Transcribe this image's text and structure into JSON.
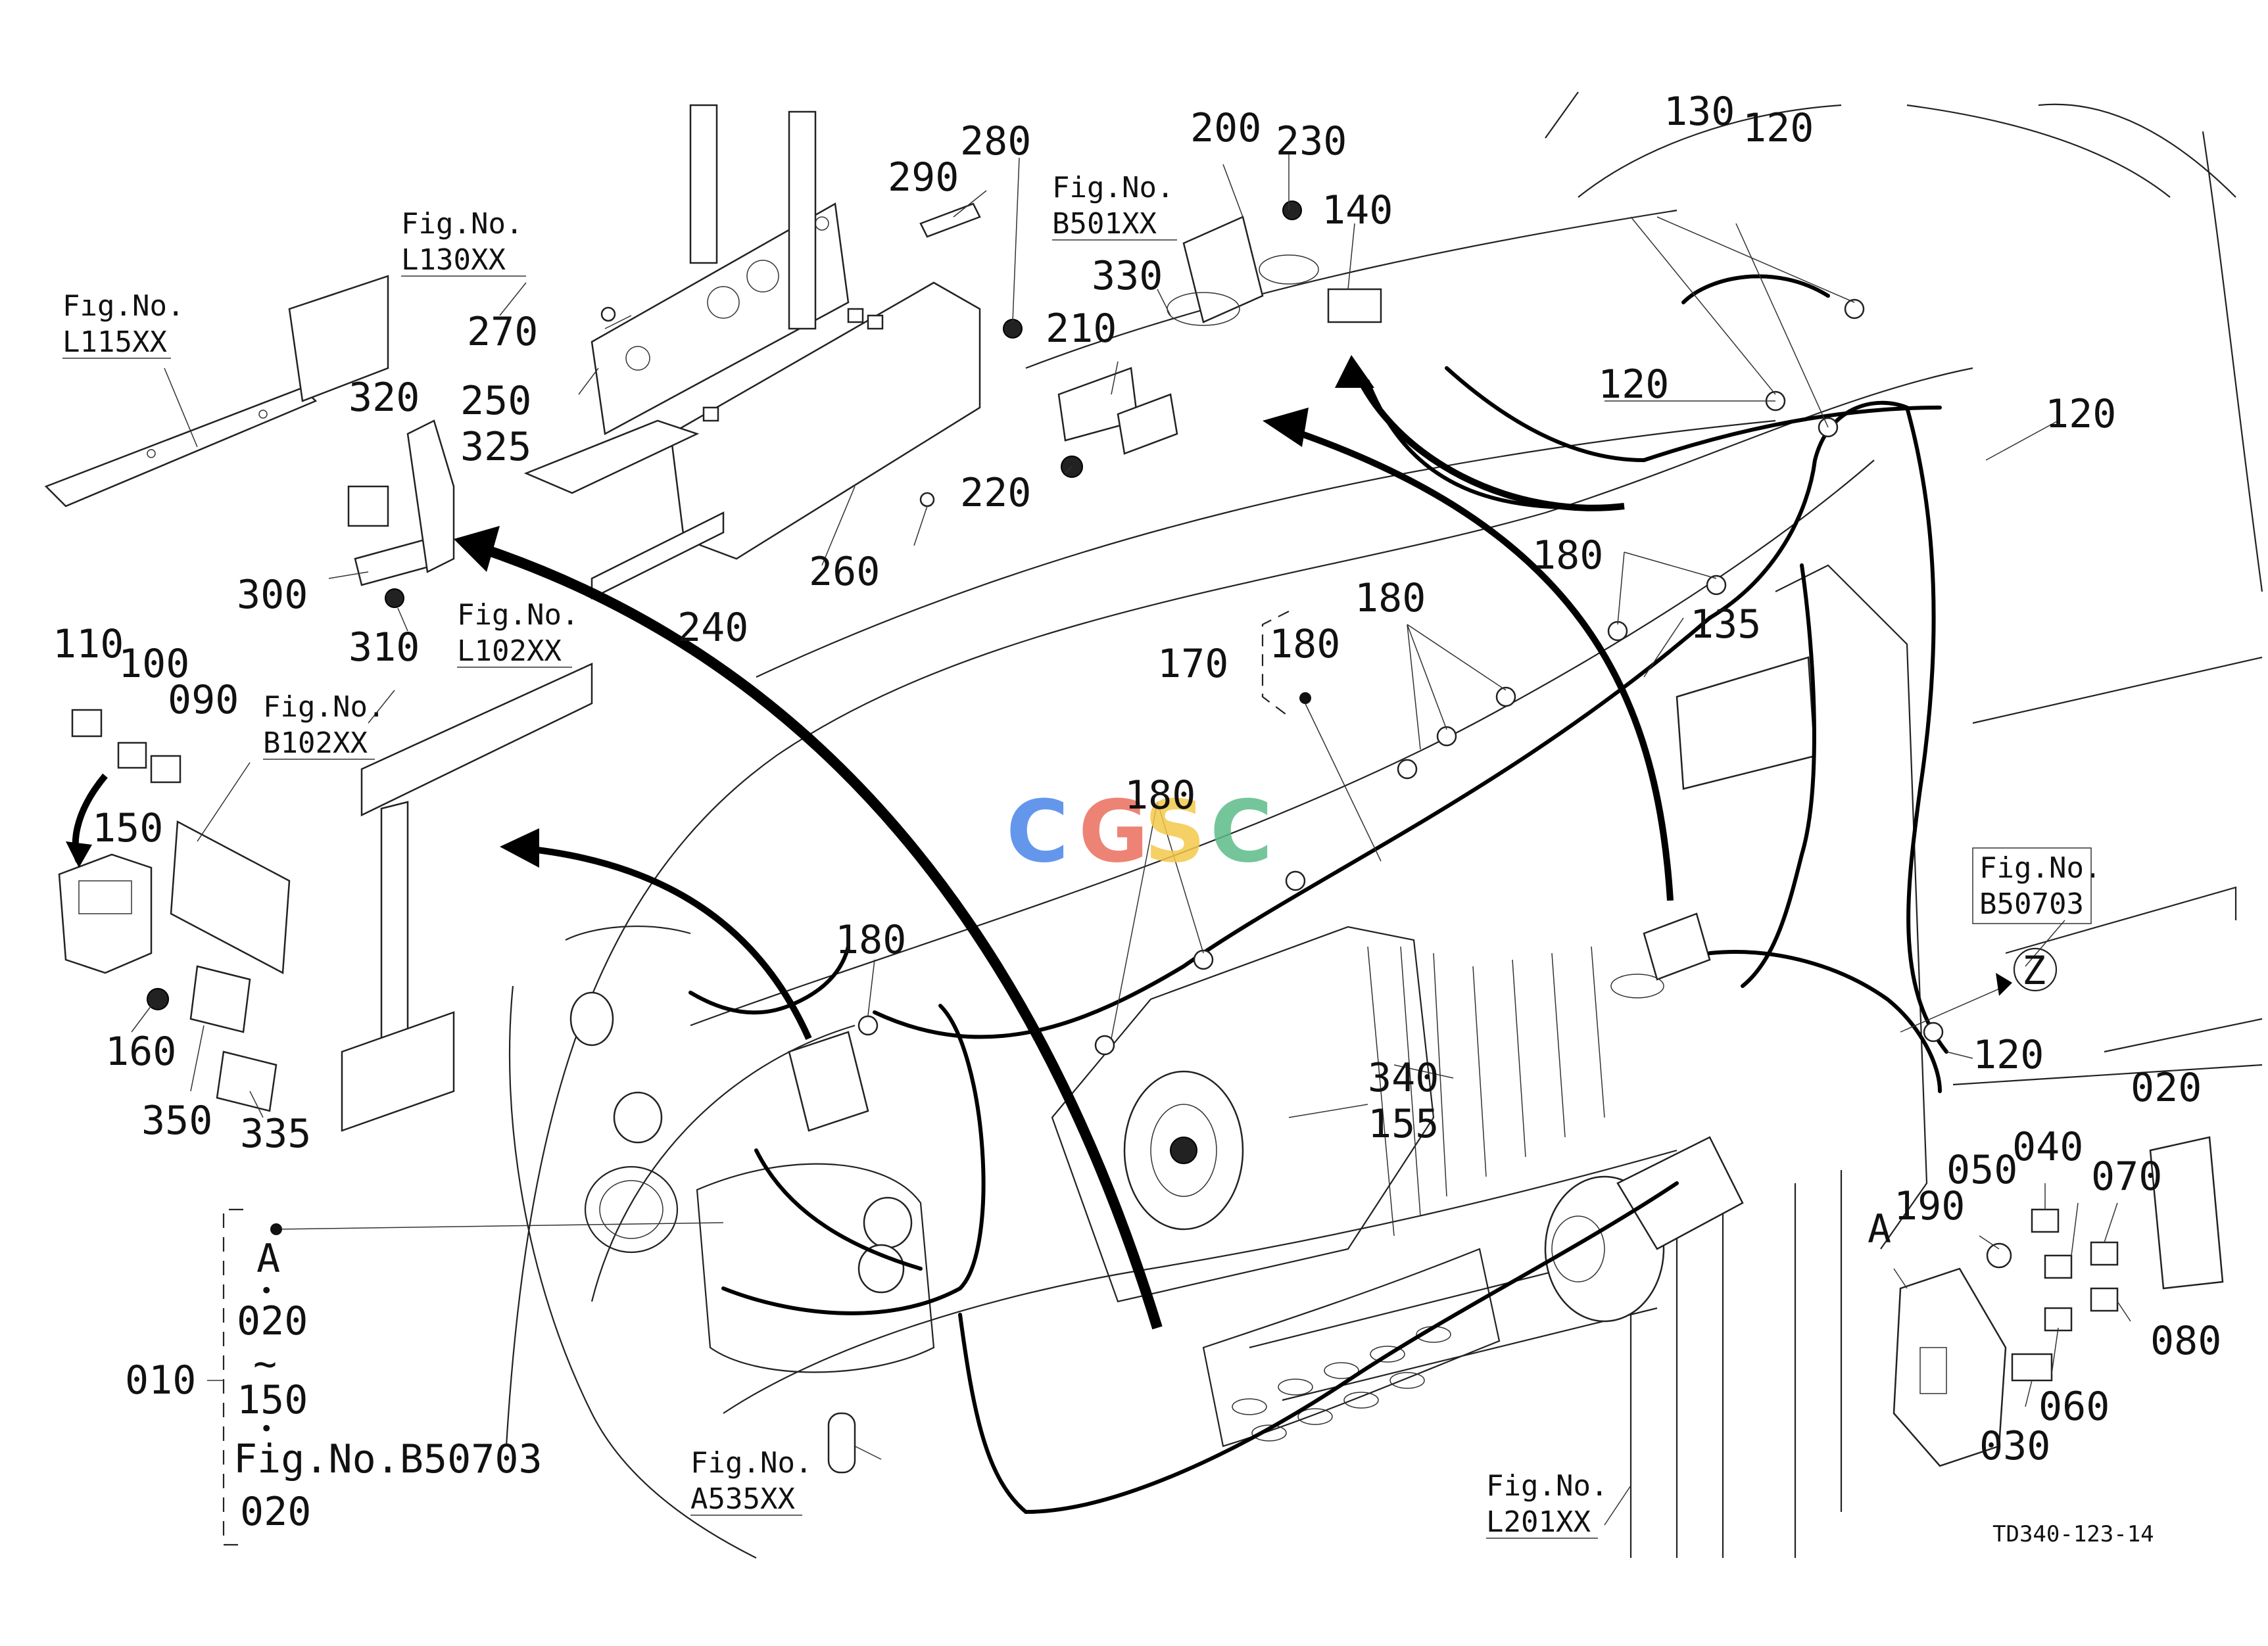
{
  "labels": {
    "l010": "010",
    "l020a": "020",
    "l030": "030",
    "l040": "040",
    "l050": "050",
    "l060": "060",
    "l070": "070",
    "l080": "080",
    "l090": "090",
    "l100": "100",
    "l110": "110",
    "l120a": "120",
    "l120b": "120",
    "l120c": "120",
    "l120d": "120",
    "l130": "130",
    "l135": "135",
    "l140": "140",
    "l150": "150",
    "l155": "155",
    "l160": "160",
    "l170": "170",
    "l180a": "180",
    "l180b": "180",
    "l180c": "180",
    "l180d": "180",
    "l180e": "180",
    "l190": "190",
    "l200": "200",
    "l210": "210",
    "l220": "220",
    "l230": "230",
    "l240": "240",
    "l250": "250",
    "l260": "260",
    "l270": "270",
    "l280": "280",
    "l290": "290",
    "l300": "300",
    "l310": "310",
    "l320": "320",
    "l325": "325",
    "l330": "330",
    "l335": "335",
    "l340": "340",
    "l350": "350"
  },
  "fig_refs": {
    "prefix": "Fig.No.",
    "prefix_alt": "Fıg.No.",
    "l115": "L115XX",
    "l130": "L130XX",
    "b501": "B501XX",
    "l102": "L102XX",
    "b102": "B102XX",
    "b50703": "B50703",
    "a535": "A535XX",
    "l201": "L201XX"
  },
  "bracket_010": {
    "a": "A",
    "dot1": "•",
    "from": "020",
    "tilde": "~",
    "to": "150",
    "dot2": "•",
    "fig": "Fig.No.B50703",
    "last": "020"
  },
  "callouts": {
    "a_label": "A",
    "z_label": "Z"
  },
  "drawing_code": "TD340-123-14",
  "watermark": {
    "letters": [
      "C",
      "G",
      "S",
      "C"
    ],
    "colors": [
      "#4a86e8",
      "#ea6e5e",
      "#f4c84a",
      "#5dbb8a"
    ]
  }
}
